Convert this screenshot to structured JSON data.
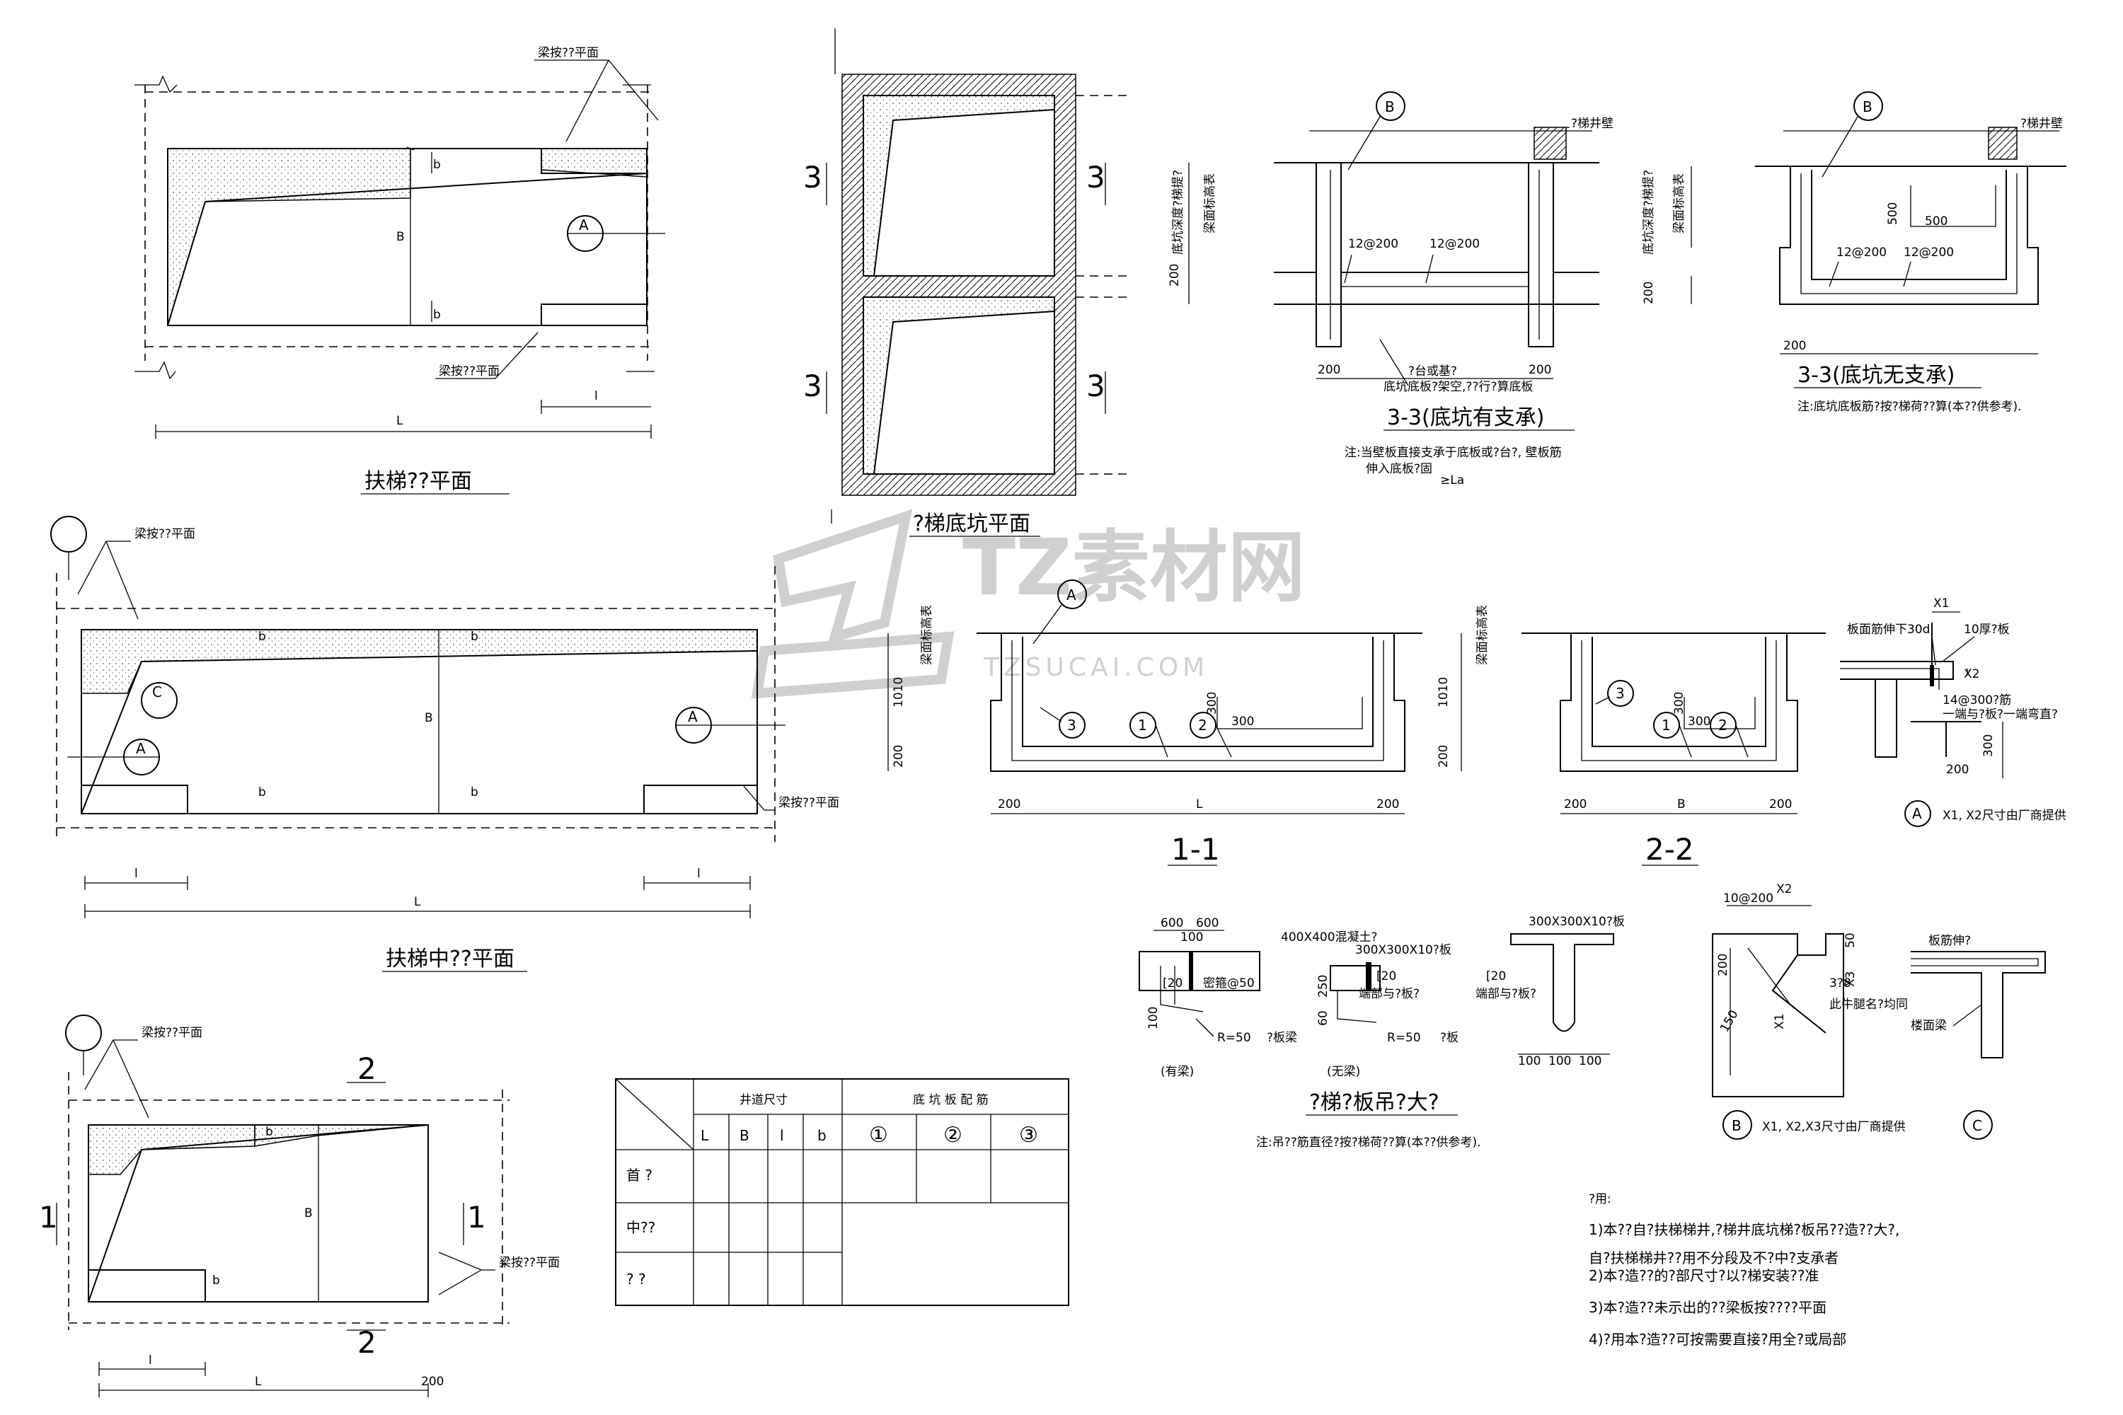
{
  "watermark": {
    "brand": "TZ素材网",
    "url": "TZSUCAI.COM"
  },
  "plan_top": {
    "title": "扶梯??平面",
    "beam_note_top": "梁按??平面",
    "beam_note_bottom": "梁按??平面",
    "dim_L": "L",
    "dim_l": "l",
    "dim_B": "B",
    "dim_b": "b",
    "tag_A": "A"
  },
  "pit_plan": {
    "title": "?梯底坑平面",
    "sec3": "3"
  },
  "sec33_supported": {
    "title": "3-3(底坑有支承)",
    "wall_label": "?梯井壁",
    "tag_B": "B",
    "bar1": "12@200",
    "bar2": "12@200",
    "dim200": "200",
    "note_left": "底坑深度?梯提?",
    "note_left2": "梁面标高表",
    "note_bottom1": "?台或基?",
    "note_bottom2": "底坑底板?架空,??行?算底板",
    "footnote1": "注:当壁板直接支承于底板或?台?, 壁板筋",
    "footnote2": "伸入底板?固",
    "footnote3": "≥La"
  },
  "sec33_unsupported": {
    "title": "3-3(底坑无支承)",
    "wall_label": "?梯井壁",
    "tag_B": "B",
    "bar1": "12@200",
    "bar2": "12@200",
    "dim500a": "500",
    "dim500b": "500",
    "dim200": "200",
    "note_left": "底坑深度?梯提?",
    "note_left2": "梁面标高表",
    "footnote": "注:底坑底板筋?按?梯荷??算(本??供参考)."
  },
  "plan_mid": {
    "title": "扶梯中??平面",
    "beam_note_top": "梁按??平面",
    "beam_note_bottom": "梁按??平面",
    "dim_L": "L",
    "dim_l": "l",
    "dim_B": "B",
    "dim_b": "b",
    "tag_A": "A",
    "tag_C": "C"
  },
  "sec11": {
    "title": "1-1",
    "tag_A": "A",
    "bars": [
      "3",
      "1",
      "2"
    ],
    "dim1010": "1010",
    "dim200": "200",
    "dim300": "300",
    "dim_L": "L",
    "dim200b": "200",
    "note_left": "梁面标高表"
  },
  "sec22": {
    "title": "2-2",
    "bars": [
      "3",
      "1",
      "2"
    ],
    "dim1010": "1010",
    "dim200": "200",
    "dim300a": "300",
    "dim300b": "300",
    "dim_B": "B",
    "dim200b": "200",
    "note_left": "梁面标高表"
  },
  "detailA": {
    "label": "X1",
    "label2": "X2",
    "note1": "板面筋伸下30d",
    "note2": "10厚?板",
    "note3": "14@300?筋",
    "note4": "一端与?板?一端弯直?",
    "dim300": "300",
    "dim200": "200",
    "tag": "A",
    "caption": "X1, X2尺寸由厂商提供"
  },
  "hook": {
    "title": "?梯?板吊?大?",
    "label_beam": "(有梁)",
    "label_nobeam": "(无梁)",
    "dim600a": "600",
    "dim600b": "600",
    "dim100": "100",
    "note_concrete": "400X400混凝土?",
    "note_plate1": "300X300X10?板",
    "note_plate2": "300X300X10?板",
    "bar20a": "[20",
    "bar20b": "[20",
    "bar20c": "[20",
    "note_weld1": "端部与?板?",
    "note_weld2": "端部与?板?",
    "note_stirrup": "密箍@50",
    "r50a": "R=50",
    "r50b": "R=50",
    "note_board1": "?板梁",
    "note_board2": "?板",
    "dim250": "250",
    "dim60": "60",
    "dim100b": "100",
    "dims100": [
      "100",
      "100",
      "100"
    ],
    "footnote": "注:吊??筋直径?按?梯荷??算(本??供参考)."
  },
  "detailB": {
    "dim100_8": "10@200",
    "dimX2": "X2",
    "dim50": "50",
    "dimX3": "X3",
    "dim200": "200",
    "dim150": "150",
    "dimX1": "X1",
    "dim8": "3?8",
    "note": "此牛腿名?均同",
    "tag": "B",
    "caption": "X1, X2,X3尺寸由厂商提供"
  },
  "detailC": {
    "note1": "板筋伸?",
    "note2": "楼面梁",
    "tag": "C"
  },
  "table": {
    "header_group1": "井道尺寸",
    "header_group2": "底 坑 板 配 筋",
    "columns": [
      "L",
      "B",
      "l",
      "b",
      "①",
      "②",
      "③"
    ],
    "rows": [
      "首 ?",
      "中??",
      "? ?"
    ]
  },
  "notes": {
    "title": "?用:",
    "items": [
      "1)本??自?扶梯梯井,?梯井底坑梯?板吊??造??大?,",
      "自?扶梯梯井??用不分段及不?中?支承者",
      "2)本?造??的?部尺寸?以?梯安装??准",
      "3)本?造??未示出的??梁板按????平面",
      "4)?用本?造??可按需要直接?用全?或局部"
    ]
  },
  "plan_bottom": {
    "beam_note_top": "梁按??平面",
    "beam_note_bottom": "梁按??平面",
    "dim_L": "L",
    "dim_l": "l",
    "dim_B": "B",
    "dim_b": "b",
    "sec1": "1",
    "sec2": "2",
    "dim200": "200"
  }
}
